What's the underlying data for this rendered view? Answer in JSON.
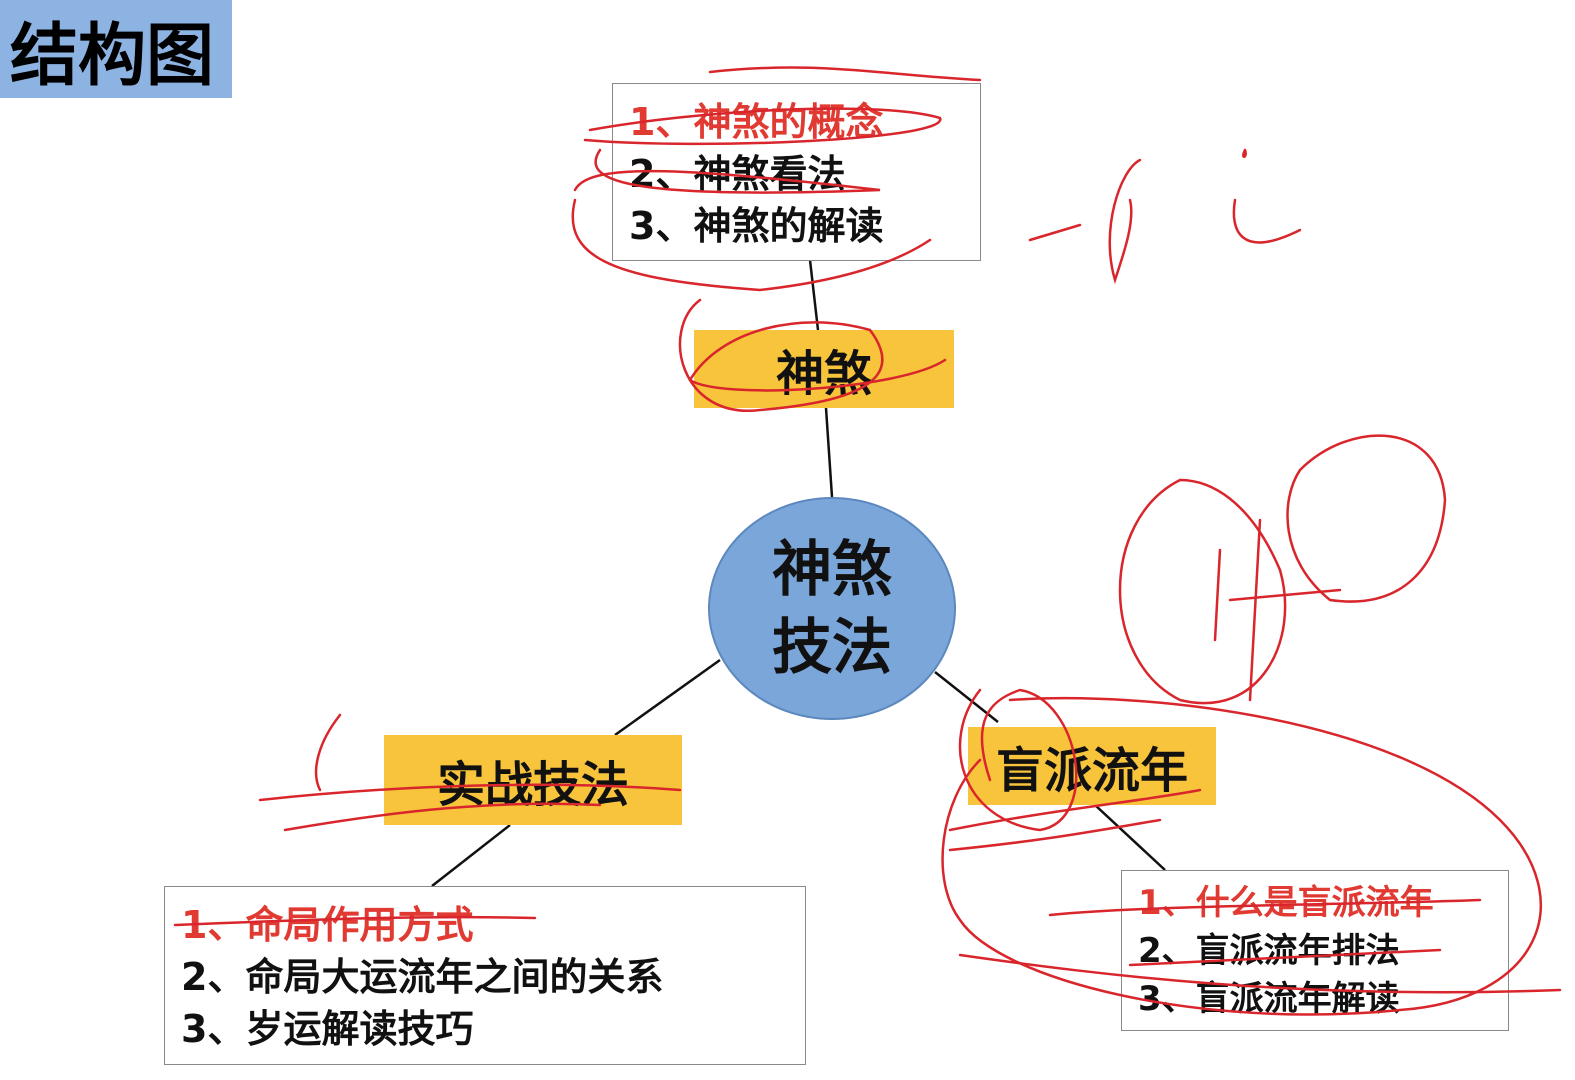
{
  "title": "结构图",
  "center": {
    "line1": "神煞",
    "line2": "技法"
  },
  "branches": {
    "top": {
      "label": "神煞",
      "items": [
        "1、神煞的概念",
        "2、神煞看法",
        "3、神煞的解读"
      ]
    },
    "left": {
      "label": "实战技法",
      "items": [
        "1、命局作用方式",
        "2、命局大运流年之间的关系",
        "3、岁运解读技巧"
      ]
    },
    "right": {
      "label": "盲派流年",
      "items": [
        "1、什么是盲派流年",
        "2、盲派流年排法",
        "3、盲派流年解读"
      ]
    }
  },
  "colors": {
    "title_bg": "#8db3e2",
    "tag_bg": "#f8c43c",
    "hub": "#7aa6da",
    "highlight": "#e03a32",
    "annotation": "#d9262c"
  }
}
